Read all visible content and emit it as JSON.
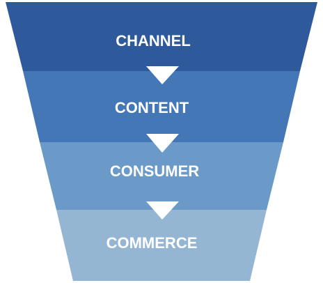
{
  "funnel": {
    "tiers": [
      {
        "label": "CHANNEL",
        "color": "#2E5A9C"
      },
      {
        "label": "CONTENT",
        "color": "#4477B5"
      },
      {
        "label": "CONSUMER",
        "color": "#6B9AC8"
      },
      {
        "label": "COMMERCE",
        "color": "#94B6D2"
      }
    ],
    "arrow_color": "#ffffff"
  }
}
